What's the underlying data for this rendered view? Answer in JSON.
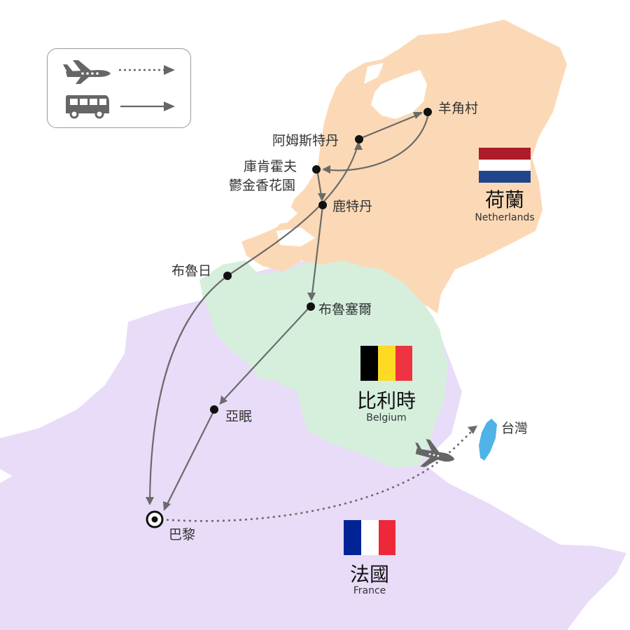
{
  "legend": {
    "items": [
      {
        "icon": "airplane-icon",
        "line_style": "dotted"
      },
      {
        "icon": "bus-icon",
        "line_style": "solid"
      }
    ]
  },
  "countries": {
    "netherlands": {
      "name": "荷蘭",
      "name_en": "Netherlands",
      "flag": [
        "#AE1C28",
        "#FFFFFF",
        "#21468B"
      ],
      "fill": "#FCD9B6"
    },
    "belgium": {
      "name": "比利時",
      "name_en": "Belgium",
      "flag": [
        "#000000",
        "#FDDA24",
        "#EF3340"
      ],
      "fill": "#D5EFDC"
    },
    "france": {
      "name": "法國",
      "name_en": "France",
      "flag": [
        "#002395",
        "#FFFFFF",
        "#ED2939"
      ],
      "fill": "#E8DCF8"
    },
    "taiwan": {
      "fill": "#4FB3E8"
    }
  },
  "cities": {
    "zaanse": "羊角村",
    "amsterdam": "阿姆斯特丹",
    "keukenhof_1": "庫肯霍夫",
    "keukenhof_2": "鬱金香花園",
    "delft": "鹿特丹",
    "bruges": "布魯日",
    "brussels": "布魯塞爾",
    "amiens": "亞眠",
    "paris": "巴黎",
    "taiwan": "台灣"
  },
  "colors": {
    "route": "#6b6b6b",
    "dot": "#111111"
  }
}
